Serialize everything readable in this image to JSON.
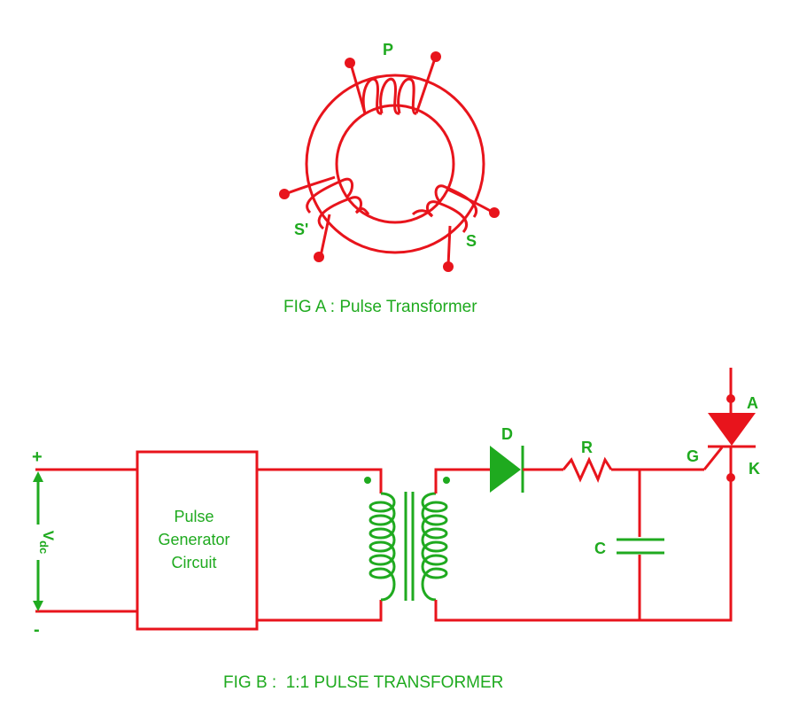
{
  "colors": {
    "circuit": "#e8141c",
    "component": "#1faa1f",
    "background": "#ffffff"
  },
  "fig_a": {
    "caption": "FIG A : Pulse Transformer",
    "primary_label": "P",
    "secondary_label": "S",
    "secondary_prime_label": "S'"
  },
  "fig_b": {
    "caption": "FIG B :  1:1 PULSE TRANSFORMER",
    "plus": "+",
    "minus": "-",
    "vdc_main": "V",
    "vdc_sub": "dc",
    "generator_line1": "Pulse",
    "generator_line2": "Generator",
    "generator_line3": "Circuit",
    "diode_label": "D",
    "resistor_label": "R",
    "capacitor_label": "C",
    "anode_label": "A",
    "gate_label": "G",
    "cathode_label": "K"
  }
}
